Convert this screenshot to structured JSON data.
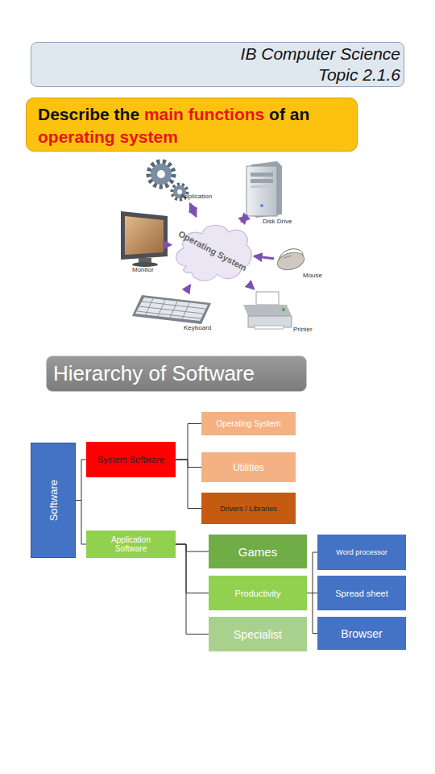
{
  "diagram": {
    "nodes": [
      {
        "text": [
          "IB Computer Science",
          "Topic 2.1.6"
        ]
      },
      {
        "text": [
          "Describe the main functions of an operating system"
        ]
      },
      {
        "text": [
          "Operating System"
        ]
      },
      {
        "text": [
          "Application"
        ]
      },
      {
        "text": [
          "Disk Drive"
        ]
      },
      {
        "text": [
          "Monitor"
        ]
      },
      {
        "text": [
          "Mouse"
        ]
      },
      {
        "text": [
          "Keyboard"
        ]
      },
      {
        "text": [
          "Printer"
        ]
      },
      {
        "text": [
          "Hierarchy of Software"
        ]
      },
      {
        "text": [
          "Software"
        ]
      },
      {
        "text": [
          "System Software"
        ]
      },
      {
        "text": [
          "Application Software"
        ]
      },
      {
        "text": [
          "Operating System"
        ]
      },
      {
        "text": [
          "Utilities"
        ]
      },
      {
        "text": [
          "Drivers / Libraries"
        ]
      },
      {
        "text": [
          "Games"
        ]
      },
      {
        "text": [
          "Productivity"
        ]
      },
      {
        "text": [
          "Specialist"
        ]
      },
      {
        "text": [
          "Word processor"
        ]
      },
      {
        "text": [
          "Spread sheet"
        ]
      },
      {
        "text": [
          "Browser"
        ]
      }
    ],
    "edges": [
      {
        "from": 2,
        "to": 3,
        "arrow": "both"
      },
      {
        "from": 2,
        "to": 4,
        "arrow": "both"
      },
      {
        "from": 2,
        "to": 5,
        "arrow": "to"
      },
      {
        "from": 6,
        "to": 2,
        "arrow": "to"
      },
      {
        "from": 7,
        "to": 2,
        "arrow": "to"
      },
      {
        "from": 2,
        "to": 8,
        "arrow": "to"
      },
      {
        "from": 10,
        "to": 11,
        "arrow": "none"
      },
      {
        "from": 10,
        "to": 12,
        "arrow": "none"
      },
      {
        "from": 11,
        "to": 13,
        "arrow": "none"
      },
      {
        "from": 11,
        "to": 14,
        "arrow": "none"
      },
      {
        "from": 11,
        "to": 15,
        "arrow": "none"
      },
      {
        "from": 12,
        "to": 16,
        "arrow": "none"
      },
      {
        "from": 12,
        "to": 17,
        "arrow": "none"
      },
      {
        "from": 12,
        "to": 18,
        "arrow": "none"
      },
      {
        "from": 17,
        "to": 19,
        "arrow": "none"
      },
      {
        "from": 17,
        "to": 20,
        "arrow": "none"
      },
      {
        "from": 17,
        "to": 21,
        "arrow": "none"
      }
    ]
  }
}
